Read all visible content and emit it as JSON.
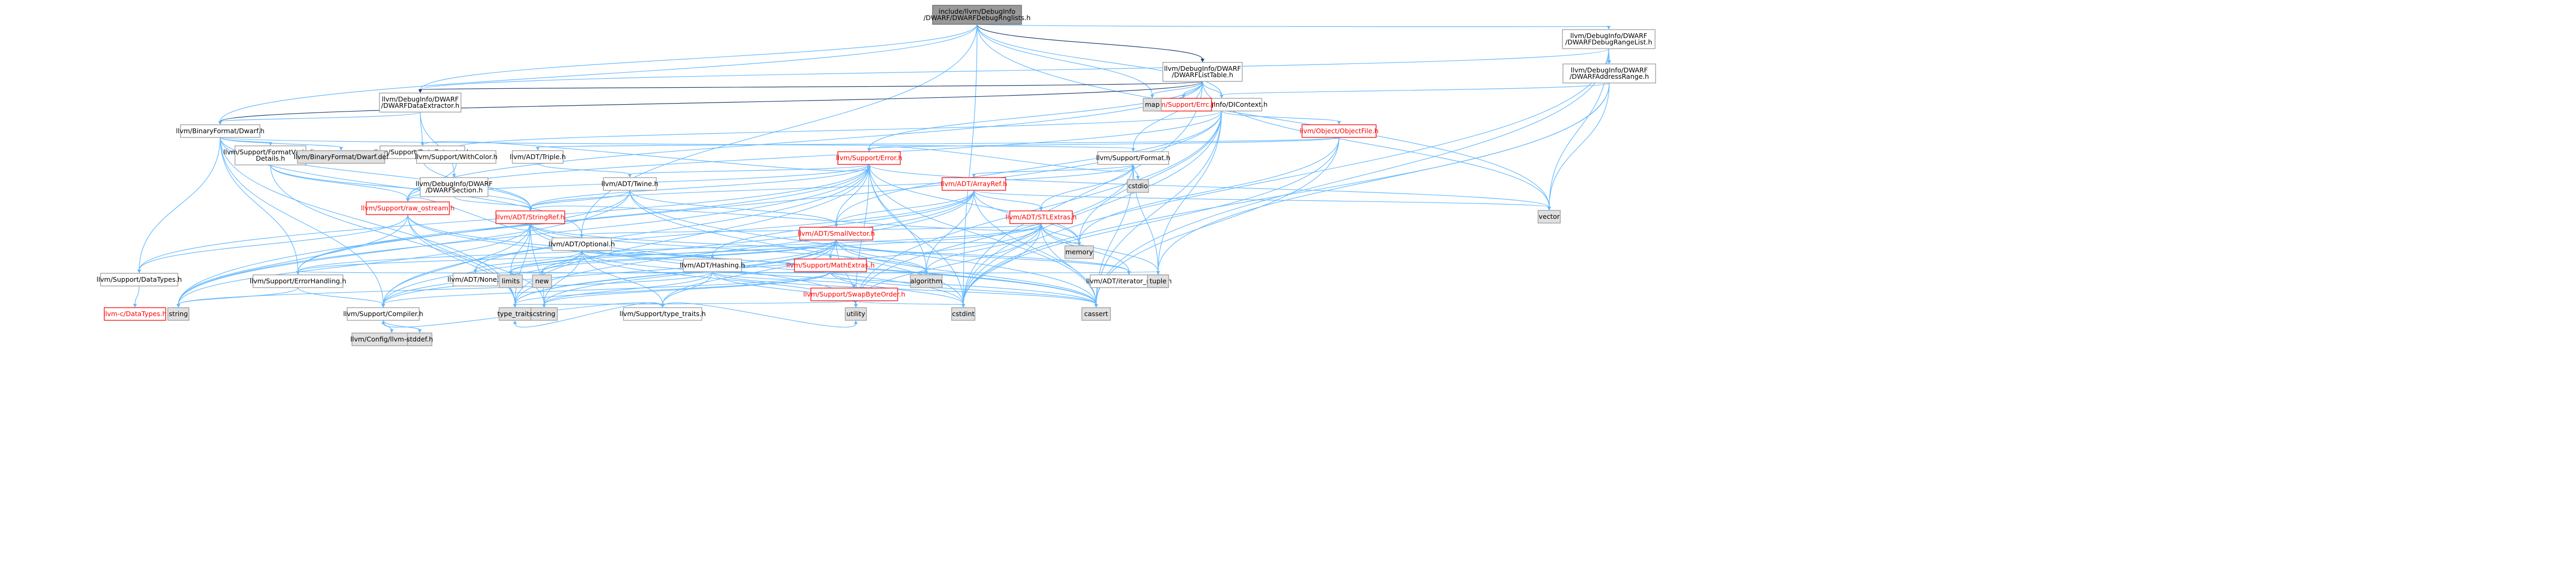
{
  "nodes": [
    {
      "id": "root",
      "lines": [
        "include/llvm/DebugInfo",
        "/DWARF/DWARFDebugRnglists.h"
      ],
      "kind": "root"
    },
    {
      "id": "rangelist",
      "lines": [
        "llvm/DebugInfo/DWARF",
        "/DWARFDebugRangeList.h"
      ],
      "kind": "plain"
    },
    {
      "id": "listtable",
      "lines": [
        "llvm/DebugInfo/DWARF",
        "/DWARFListTable.h"
      ],
      "kind": "plain"
    },
    {
      "id": "addrrange",
      "lines": [
        "llvm/DebugInfo/DWARF",
        "/DWARFAddressRange.h"
      ],
      "kind": "plain"
    },
    {
      "id": "diccontext",
      "lines": [
        "llvm/DebugInfo/DIContext.h"
      ],
      "kind": "plain"
    },
    {
      "id": "dataextractor_dwarf",
      "lines": [
        "llvm/DebugInfo/DWARF",
        "/DWARFDataExtractor.h"
      ],
      "kind": "plain"
    },
    {
      "id": "binformat_dwarf",
      "lines": [
        "llvm/BinaryFormat/Dwarf.h"
      ],
      "kind": "plain"
    },
    {
      "id": "support_dataextractor",
      "lines": [
        "llvm/Support/DataExtractor.h"
      ],
      "kind": "plain"
    },
    {
      "id": "support_errh",
      "lines": [
        "llvm/Support/Errc.h"
      ],
      "kind": "red"
    },
    {
      "id": "objectfile",
      "lines": [
        "llvm/Object/ObjectFile.h"
      ],
      "kind": "red"
    },
    {
      "id": "map",
      "lines": [
        "map"
      ],
      "kind": "sys"
    },
    {
      "id": "withcolor",
      "lines": [
        "llvm/Support/WithColor.h"
      ],
      "kind": "plain"
    },
    {
      "id": "formatvariadic",
      "lines": [
        "llvm/Support/FormatVariadic",
        "Details.h"
      ],
      "kind": "plain"
    },
    {
      "id": "dwarf_def",
      "lines": [
        "llvm/BinaryFormat/Dwarf.def"
      ],
      "kind": "sys"
    },
    {
      "id": "dwarfsection",
      "lines": [
        "llvm/DebugInfo/DWARF",
        "/DWARFSection.h"
      ],
      "kind": "plain"
    },
    {
      "id": "triple",
      "lines": [
        "llvm/ADT/Triple.h"
      ],
      "kind": "plain"
    },
    {
      "id": "error",
      "lines": [
        "llvm/Support/Error.h"
      ],
      "kind": "red"
    },
    {
      "id": "twine",
      "lines": [
        "llvm/ADT/Twine.h"
      ],
      "kind": "plain"
    },
    {
      "id": "format",
      "lines": [
        "llvm/Support/Format.h"
      ],
      "kind": "plain"
    },
    {
      "id": "cstdio",
      "lines": [
        "cstdio"
      ],
      "kind": "sys"
    },
    {
      "id": "raw_ostream",
      "lines": [
        "llvm/Support/raw_ostream.h"
      ],
      "kind": "red"
    },
    {
      "id": "stringref",
      "lines": [
        "llvm/ADT/StringRef.h"
      ],
      "kind": "red"
    },
    {
      "id": "arrayref",
      "lines": [
        "llvm/ADT/ArrayRef.h"
      ],
      "kind": "red"
    },
    {
      "id": "stlextras",
      "lines": [
        "llvm/ADT/STLExtras.h"
      ],
      "kind": "red"
    },
    {
      "id": "optional",
      "lines": [
        "llvm/ADT/Optional.h"
      ],
      "kind": "plain"
    },
    {
      "id": "smallvector",
      "lines": [
        "llvm/ADT/SmallVector.h"
      ],
      "kind": "red"
    },
    {
      "id": "hashing",
      "lines": [
        "llvm/ADT/Hashing.h"
      ],
      "kind": "plain"
    },
    {
      "id": "none",
      "lines": [
        "llvm/ADT/None.h"
      ],
      "kind": "plain"
    },
    {
      "id": "new",
      "lines": [
        "new"
      ],
      "kind": "sys"
    },
    {
      "id": "mathextras",
      "lines": [
        "llvm/Support/MathExtras.h"
      ],
      "kind": "red"
    },
    {
      "id": "swapbyteorder",
      "lines": [
        "llvm/Support/SwapByteOrder.h"
      ],
      "kind": "red"
    },
    {
      "id": "memory",
      "lines": [
        "memory"
      ],
      "kind": "sys"
    },
    {
      "id": "iterator_range",
      "lines": [
        "llvm/ADT/iterator_range.h"
      ],
      "kind": "plain"
    },
    {
      "id": "vector",
      "lines": [
        "vector"
      ],
      "kind": "sys"
    },
    {
      "id": "tuple",
      "lines": [
        "tuple"
      ],
      "kind": "sys"
    },
    {
      "id": "cassert",
      "lines": [
        "cassert"
      ],
      "kind": "sys"
    },
    {
      "id": "algorithm",
      "lines": [
        "algorithm"
      ],
      "kind": "sys"
    },
    {
      "id": "cstring",
      "lines": [
        "cstring"
      ],
      "kind": "sys"
    },
    {
      "id": "limits",
      "lines": [
        "limits"
      ],
      "kind": "sys"
    },
    {
      "id": "datatypes",
      "lines": [
        "llvm/Support/DataTypes.h"
      ],
      "kind": "plain"
    },
    {
      "id": "llvmc_datatypes",
      "lines": [
        "llvm-c/DataTypes.h"
      ],
      "kind": "red"
    },
    {
      "id": "errorhandling",
      "lines": [
        "llvm/Support/ErrorHandling.h"
      ],
      "kind": "plain"
    },
    {
      "id": "typetraits",
      "lines": [
        "llvm/Support/type_traits.h"
      ],
      "kind": "plain"
    },
    {
      "id": "compiler",
      "lines": [
        "llvm/Support/Compiler.h"
      ],
      "kind": "plain"
    },
    {
      "id": "llvmconfig",
      "lines": [
        "llvm/Config/llvm-config.h"
      ],
      "kind": "sys"
    },
    {
      "id": "stddef",
      "lines": [
        "stddef.h"
      ],
      "kind": "sys"
    },
    {
      "id": "string",
      "lines": [
        "string"
      ],
      "kind": "sys"
    },
    {
      "id": "type_traits",
      "lines": [
        "type_traits"
      ],
      "kind": "sys"
    },
    {
      "id": "utility",
      "lines": [
        "utility"
      ],
      "kind": "sys"
    },
    {
      "id": "cstdint",
      "lines": [
        "cstdint"
      ],
      "kind": "sys"
    }
  ],
  "edges": [
    [
      "root",
      "rangelist",
      "blue"
    ],
    [
      "root",
      "listtable",
      "dark"
    ],
    [
      "root",
      "diccontext",
      "blue"
    ],
    [
      "root",
      "dataextractor_dwarf",
      "blue"
    ],
    [
      "root",
      "binformat_dwarf",
      "blue"
    ],
    [
      "root",
      "map",
      "blue"
    ],
    [
      "root",
      "optional",
      "blue"
    ],
    [
      "root",
      "cstdint",
      "blue"
    ],
    [
      "root",
      "vector",
      "blue"
    ],
    [
      "rangelist",
      "addrrange",
      "blue"
    ],
    [
      "rangelist",
      "dataextractor_dwarf",
      "blue"
    ],
    [
      "rangelist",
      "cassert",
      "blue"
    ],
    [
      "rangelist",
      "cstdint",
      "blue"
    ],
    [
      "rangelist",
      "vector",
      "blue"
    ],
    [
      "addrrange",
      "diccontext",
      "blue"
    ],
    [
      "addrrange",
      "cstdint",
      "blue"
    ],
    [
      "addrrange",
      "tuple",
      "blue"
    ],
    [
      "addrrange",
      "vector",
      "blue"
    ],
    [
      "listtable",
      "binformat_dwarf",
      "dark"
    ],
    [
      "listtable",
      "diccontext",
      "blue"
    ],
    [
      "listtable",
      "dataextractor_dwarf",
      "dark"
    ],
    [
      "listtable",
      "support_errh",
      "blue"
    ],
    [
      "listtable",
      "error",
      "blue"
    ],
    [
      "listtable",
      "format",
      "blue"
    ],
    [
      "listtable",
      "raw_ostream",
      "blue"
    ],
    [
      "listtable",
      "map",
      "blue"
    ],
    [
      "listtable",
      "cstdint",
      "blue"
    ],
    [
      "listtable",
      "vector",
      "blue"
    ],
    [
      "diccontext",
      "smallvector",
      "blue"
    ],
    [
      "diccontext",
      "objectfile",
      "blue"
    ],
    [
      "diccontext",
      "withcolor",
      "blue"
    ],
    [
      "diccontext",
      "raw_ostream",
      "blue"
    ],
    [
      "diccontext",
      "cassert",
      "blue"
    ],
    [
      "diccontext",
      "cstdint",
      "blue"
    ],
    [
      "diccontext",
      "memory",
      "blue"
    ],
    [
      "diccontext",
      "string",
      "blue"
    ],
    [
      "diccontext",
      "tuple",
      "blue"
    ],
    [
      "diccontext",
      "utility",
      "blue"
    ],
    [
      "objectfile",
      "triple",
      "blue"
    ],
    [
      "objectfile",
      "error",
      "blue"
    ],
    [
      "objectfile",
      "cassert",
      "blue"
    ],
    [
      "objectfile",
      "cstdint",
      "blue"
    ],
    [
      "objectfile",
      "memory",
      "blue"
    ],
    [
      "dataextractor_dwarf",
      "binformat_dwarf",
      "blue"
    ],
    [
      "dataextractor_dwarf",
      "dwarfsection",
      "blue"
    ],
    [
      "dataextractor_dwarf",
      "support_dataextractor",
      "blue"
    ],
    [
      "support_dataextractor",
      "stringref",
      "blue"
    ],
    [
      "support_dataextractor",
      "error",
      "blue"
    ],
    [
      "binformat_dwarf",
      "formatvariadic",
      "blue"
    ],
    [
      "binformat_dwarf",
      "dwarf_def",
      "blue"
    ],
    [
      "binformat_dwarf",
      "stringref",
      "blue"
    ],
    [
      "binformat_dwarf",
      "datatypes",
      "blue"
    ],
    [
      "binformat_dwarf",
      "errorhandling",
      "blue"
    ],
    [
      "binformat_dwarf",
      "format",
      "blue"
    ],
    [
      "binformat_dwarf",
      "compiler",
      "blue"
    ],
    [
      "binformat_dwarf",
      "optional",
      "blue"
    ],
    [
      "binformat_dwarf",
      "type_traits",
      "blue"
    ],
    [
      "formatvariadic",
      "stringref",
      "blue"
    ],
    [
      "formatvariadic",
      "raw_ostream",
      "blue"
    ],
    [
      "formatvariadic",
      "type_traits",
      "blue"
    ],
    [
      "withcolor",
      "raw_ostream",
      "blue"
    ],
    [
      "dwarfsection",
      "stringref",
      "blue"
    ],
    [
      "triple",
      "twine",
      "blue"
    ],
    [
      "error",
      "twine",
      "blue"
    ],
    [
      "error",
      "smallvector",
      "blue"
    ],
    [
      "error",
      "stringref",
      "blue"
    ],
    [
      "error",
      "datatypes",
      "blue"
    ],
    [
      "error",
      "errorhandling",
      "blue"
    ],
    [
      "error",
      "format",
      "blue"
    ],
    [
      "error",
      "raw_ostream",
      "blue"
    ],
    [
      "error",
      "compiler",
      "blue"
    ],
    [
      "error",
      "algorithm",
      "blue"
    ],
    [
      "error",
      "cassert",
      "blue"
    ],
    [
      "error",
      "cstdint",
      "blue"
    ],
    [
      "error",
      "memory",
      "blue"
    ],
    [
      "error",
      "string",
      "blue"
    ],
    [
      "error",
      "system_error",
      "blue"
    ],
    [
      "error",
      "type_traits",
      "blue"
    ],
    [
      "error",
      "utility",
      "blue"
    ],
    [
      "error",
      "vector",
      "blue"
    ],
    [
      "twine",
      "smallvector",
      "blue"
    ],
    [
      "twine",
      "stringref",
      "blue"
    ],
    [
      "twine",
      "errorhandling",
      "blue"
    ],
    [
      "twine",
      "cassert",
      "blue"
    ],
    [
      "twine",
      "cstdint",
      "blue"
    ],
    [
      "twine",
      "string",
      "blue"
    ],
    [
      "format",
      "arrayref",
      "blue"
    ],
    [
      "format",
      "stlextras",
      "blue"
    ],
    [
      "format",
      "stringref",
      "blue"
    ],
    [
      "format",
      "cassert",
      "blue"
    ],
    [
      "format",
      "cstdio",
      "blue"
    ],
    [
      "format",
      "tuple",
      "blue"
    ],
    [
      "format",
      "utility",
      "blue"
    ],
    [
      "raw_ostream",
      "stringref",
      "blue"
    ],
    [
      "raw_ostream",
      "datatypes",
      "blue"
    ],
    [
      "raw_ostream",
      "cassert",
      "blue"
    ],
    [
      "raw_ostream",
      "cstddef",
      "blue"
    ],
    [
      "raw_ostream",
      "cstdint",
      "blue"
    ],
    [
      "raw_ostream",
      "cstring",
      "blue"
    ],
    [
      "raw_ostream",
      "string",
      "blue"
    ],
    [
      "raw_ostream",
      "type_traits",
      "blue"
    ],
    [
      "stringref",
      "stlextras",
      "blue"
    ],
    [
      "stringref",
      "iterator_range",
      "blue"
    ],
    [
      "stringref",
      "compiler",
      "blue"
    ],
    [
      "stringref",
      "algorithm",
      "blue"
    ],
    [
      "stringref",
      "cassert",
      "blue"
    ],
    [
      "stringref",
      "cstddef",
      "blue"
    ],
    [
      "stringref",
      "cstring",
      "blue"
    ],
    [
      "stringref",
      "limits",
      "blue"
    ],
    [
      "stringref",
      "string",
      "blue"
    ],
    [
      "stringref",
      "type_traits",
      "blue"
    ],
    [
      "stringref",
      "utility",
      "blue"
    ],
    [
      "arrayref",
      "hashing",
      "blue"
    ],
    [
      "arrayref",
      "none",
      "blue"
    ],
    [
      "arrayref",
      "smallvector",
      "blue"
    ],
    [
      "arrayref",
      "stlextras",
      "blue"
    ],
    [
      "arrayref",
      "compiler",
      "blue"
    ],
    [
      "arrayref",
      "algorithm",
      "blue"
    ],
    [
      "arrayref",
      "cassert",
      "blue"
    ],
    [
      "arrayref",
      "cstddef",
      "blue"
    ],
    [
      "arrayref",
      "initializer_list",
      "blue"
    ],
    [
      "arrayref",
      "iterator",
      "blue"
    ],
    [
      "arrayref",
      "memory",
      "blue"
    ],
    [
      "arrayref",
      "type_traits",
      "blue"
    ],
    [
      "arrayref",
      "vector",
      "blue"
    ],
    [
      "stlextras",
      "optional",
      "blue"
    ],
    [
      "stlextras",
      "iterator_range",
      "blue"
    ],
    [
      "stlextras",
      "errorhandling",
      "blue"
    ],
    [
      "stlextras",
      "algorithm",
      "blue"
    ],
    [
      "stlextras",
      "cassert",
      "blue"
    ],
    [
      "stlextras",
      "cstddef",
      "blue"
    ],
    [
      "stlextras",
      "cstdint",
      "blue"
    ],
    [
      "stlextras",
      "limits",
      "blue"
    ],
    [
      "stlextras",
      "memory",
      "blue"
    ],
    [
      "stlextras",
      "tuple",
      "blue"
    ],
    [
      "stlextras",
      "type_traits",
      "blue"
    ],
    [
      "stlextras",
      "utility",
      "blue"
    ],
    [
      "optional",
      "hashing",
      "blue"
    ],
    [
      "optional",
      "none",
      "blue"
    ],
    [
      "optional",
      "compiler",
      "blue"
    ],
    [
      "optional",
      "typetraits",
      "blue"
    ],
    [
      "optional",
      "cassert",
      "blue"
    ],
    [
      "optional",
      "cstring",
      "blue"
    ],
    [
      "optional",
      "new",
      "blue"
    ],
    [
      "optional",
      "utility",
      "blue"
    ],
    [
      "hashing",
      "errorhandling",
      "blue"
    ],
    [
      "hashing",
      "swapbyteorder",
      "blue"
    ],
    [
      "hashing",
      "typetraits",
      "blue"
    ],
    [
      "hashing",
      "algorithm",
      "blue"
    ],
    [
      "hashing",
      "cassert",
      "blue"
    ],
    [
      "hashing",
      "cstring",
      "blue"
    ],
    [
      "hashing",
      "string",
      "blue"
    ],
    [
      "hashing",
      "tuple",
      "blue"
    ],
    [
      "hashing",
      "utility",
      "blue"
    ],
    [
      "smallvector",
      "iterator_range",
      "blue"
    ],
    [
      "smallvector",
      "compiler",
      "blue"
    ],
    [
      "smallvector",
      "errorhandling",
      "blue"
    ],
    [
      "smallvector",
      "mathextras",
      "blue"
    ],
    [
      "smallvector",
      "typetraits",
      "blue"
    ],
    [
      "smallvector",
      "algorithm",
      "blue"
    ],
    [
      "smallvector",
      "cassert",
      "blue"
    ],
    [
      "smallvector",
      "cstddef",
      "blue"
    ],
    [
      "smallvector",
      "cstdlib",
      "blue"
    ],
    [
      "smallvector",
      "cstring",
      "blue"
    ],
    [
      "smallvector",
      "limits",
      "blue"
    ],
    [
      "smallvector",
      "memory",
      "blue"
    ],
    [
      "smallvector",
      "new",
      "blue"
    ],
    [
      "smallvector",
      "type_traits",
      "blue"
    ],
    [
      "smallvector",
      "utility",
      "blue"
    ],
    [
      "mathextras",
      "compiler",
      "blue"
    ],
    [
      "mathextras",
      "algorithm",
      "blue"
    ],
    [
      "mathextras",
      "cassert",
      "blue"
    ],
    [
      "mathextras",
      "cstdint",
      "blue"
    ],
    [
      "mathextras",
      "cstring",
      "blue"
    ],
    [
      "mathextras",
      "limits",
      "blue"
    ],
    [
      "mathextras",
      "type_traits",
      "blue"
    ],
    [
      "swapbyteorder",
      "cstdint",
      "blue"
    ],
    [
      "swapbyteorder",
      "type_traits",
      "blue"
    ],
    [
      "datatypes",
      "llvmc_datatypes",
      "blue"
    ],
    [
      "errorhandling",
      "compiler",
      "blue"
    ],
    [
      "errorhandling",
      "string",
      "blue"
    ],
    [
      "typetraits",
      "compiler",
      "blue"
    ],
    [
      "typetraits",
      "type_traits",
      "blue"
    ],
    [
      "typetraits",
      "utility",
      "blue"
    ],
    [
      "compiler",
      "llvmconfig",
      "blue"
    ],
    [
      "compiler",
      "stddef",
      "blue"
    ]
  ]
}
